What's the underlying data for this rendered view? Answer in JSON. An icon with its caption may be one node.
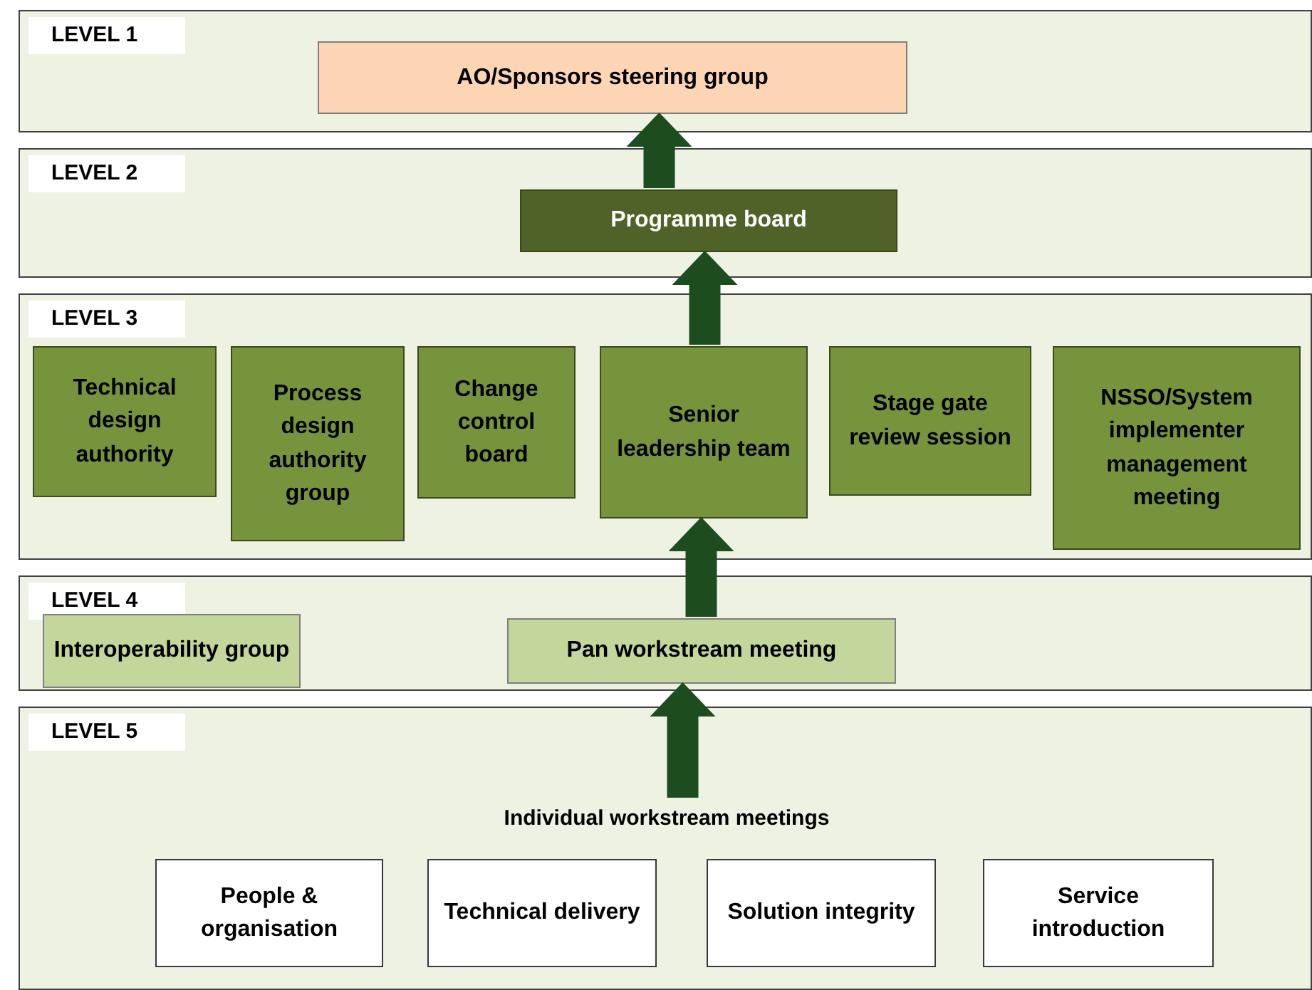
{
  "diagram": {
    "nodes": [
      {
        "text": [
          "LEVEL 1"
        ]
      },
      {
        "text": [
          "AO/Sponsors steering group"
        ],
        "in": 0
      },
      {
        "text": [
          "LEVEL 2"
        ]
      },
      {
        "text": [
          "Programme board"
        ],
        "in": 2
      },
      {
        "text": [
          "LEVEL 3"
        ]
      },
      {
        "text": [
          "Technical design authority"
        ],
        "in": 4
      },
      {
        "text": [
          "Process design authority group"
        ],
        "in": 4
      },
      {
        "text": [
          "Change control board"
        ],
        "in": 4
      },
      {
        "text": [
          "Senior leadership team"
        ],
        "in": 4
      },
      {
        "text": [
          "Stage gate review session"
        ],
        "in": 4
      },
      {
        "text": [
          "NSSO/System implementer management meeting"
        ],
        "in": 4
      },
      {
        "text": [
          "LEVEL 4"
        ]
      },
      {
        "text": [
          "Interoperability group"
        ],
        "in": 11
      },
      {
        "text": [
          "Pan workstream meeting"
        ],
        "in": 11
      },
      {
        "text": [
          "LEVEL 5"
        ]
      },
      {
        "text": [
          "Individual workstream meetings"
        ],
        "in": 14
      },
      {
        "text": [
          "People & organisation"
        ],
        "in": 14
      },
      {
        "text": [
          "Technical delivery"
        ],
        "in": 14
      },
      {
        "text": [
          "Solution integrity"
        ],
        "in": 14
      },
      {
        "text": [
          "Service introduction"
        ],
        "in": 14
      }
    ],
    "edges": [
      {
        "from": 3,
        "to": 1,
        "arrow": "to"
      },
      {
        "from": 8,
        "to": 3,
        "arrow": "to"
      },
      {
        "from": 13,
        "to": 8,
        "arrow": "to"
      },
      {
        "from": 15,
        "to": 13,
        "arrow": "to"
      }
    ]
  }
}
